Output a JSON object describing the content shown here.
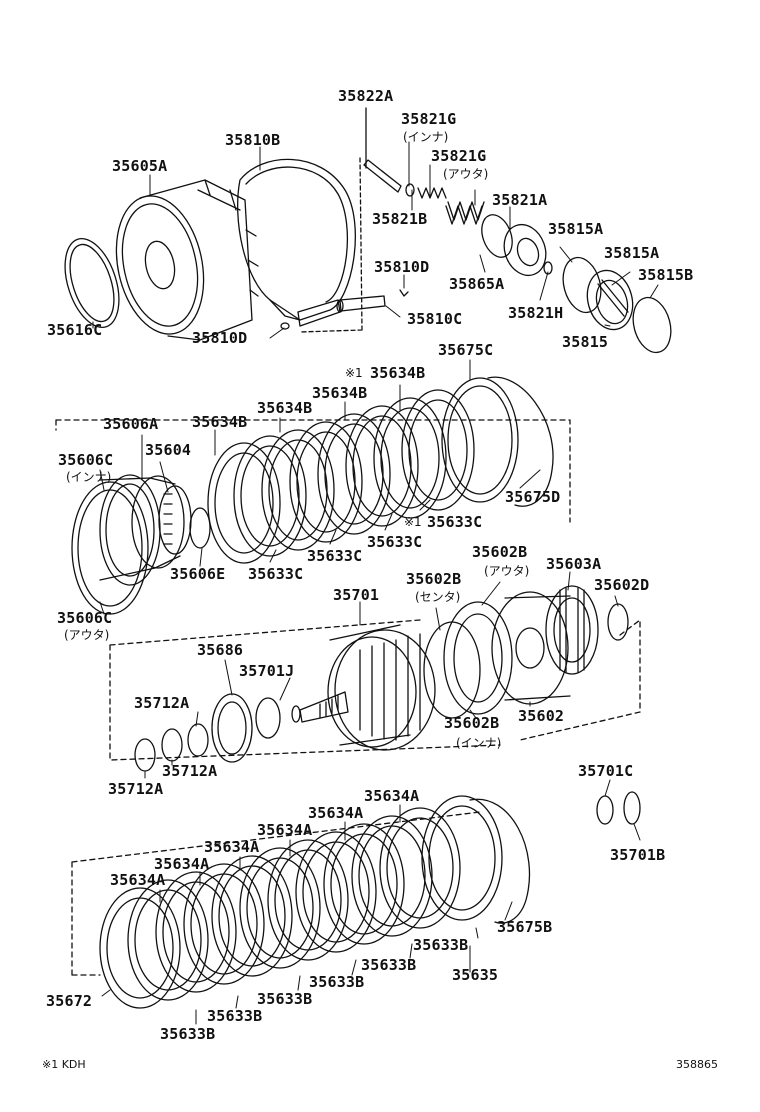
{
  "labels": {
    "p35822A": "35822A",
    "p35821G_in": "35821G",
    "p35821G_out": "35821G",
    "p35810B": "35810B",
    "p35605A": "35605A",
    "p35821A": "35821A",
    "p35821B": "35821B",
    "p35815A_1": "35815A",
    "p35815A_2": "35815A",
    "p35815B": "35815B",
    "p35810D_1": "35810D",
    "p35865A": "35865A",
    "p35616C": "35616C",
    "p35810C": "35810C",
    "p35821H": "35821H",
    "p35810D_2": "35810D",
    "p35815": "35815",
    "p35634B_k1": "35634B",
    "p35675C": "35675C",
    "p35634B_a": "35634B",
    "p35634B_b": "35634B",
    "p35606A": "35606A",
    "p35634B_c": "35634B",
    "p35606C_in": "35606C",
    "p35604": "35604",
    "p35675D": "35675D",
    "p35633C_k1": "35633C",
    "p35633C_a": "35633C",
    "p35633C_b": "35633C",
    "p35606E": "35606E",
    "p35633C_c": "35633C",
    "p35602B_out": "35602B",
    "p35603A": "35603A",
    "p35701": "35701",
    "p35602B_ctr": "35602B",
    "p35602D": "35602D",
    "p35606C_out": "35606C",
    "p35686": "35686",
    "p35701J": "35701J",
    "p35712A_1": "35712A",
    "p35602B_in": "35602B",
    "p35602": "35602",
    "p35712A_2": "35712A",
    "p35712A_3": "35712A",
    "p35701C": "35701C",
    "p35634A_1": "35634A",
    "p35634A_2": "35634A",
    "p35634A_3": "35634A",
    "p35634A_4": "35634A",
    "p35634A_5": "35634A",
    "p35634A_6": "35634A",
    "p35701B": "35701B",
    "p35675B": "35675B",
    "p35633B_1": "35633B",
    "p35633B_2": "35633B",
    "p35635": "35635",
    "p35633B_3": "35633B",
    "p35633B_4": "35633B",
    "p35633B_5": "35633B",
    "p35633B_6": "35633B",
    "p35672": "35672"
  },
  "subs": {
    "inner_1": "(インナ)",
    "outer_1": "(アウタ)",
    "inner_2": "(インナ)",
    "outer_2": "(アウタ)",
    "center": "(センタ)",
    "outer_3": "(アウタ)",
    "inner_3": "(インナ)",
    "kdh_mark_1": "※1",
    "kdh_mark_2": "※1"
  },
  "footer": {
    "note": "※1 KDH",
    "code": "358865"
  },
  "colors": {
    "ink": "#111111",
    "paper": "#ffffff"
  }
}
